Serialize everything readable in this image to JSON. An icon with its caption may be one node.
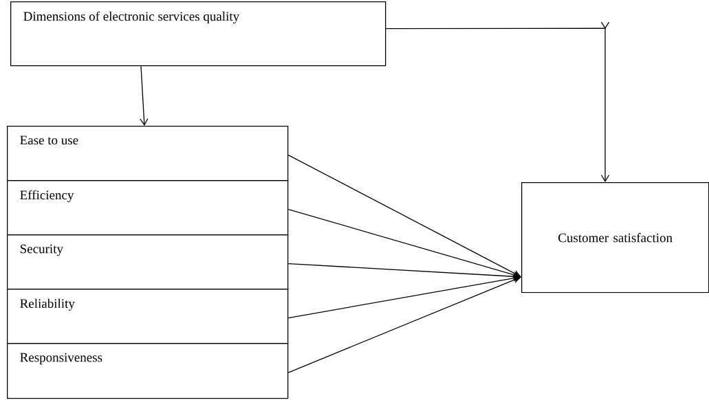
{
  "diagram": {
    "nodes": [
      {
        "text": [
          "Dimensions of electronic services quality"
        ]
      },
      {
        "text": [
          "Ease to use"
        ]
      },
      {
        "text": [
          "Efficiency"
        ]
      },
      {
        "text": [
          "Security"
        ]
      },
      {
        "text": [
          "Reliability"
        ]
      },
      {
        "text": [
          "Responsiveness"
        ]
      },
      {
        "text": [
          "Customer satisfaction"
        ]
      }
    ],
    "edges": [
      {
        "from": 0,
        "to": 1,
        "arrow": "to"
      },
      {
        "from": 0,
        "to": 6,
        "arrow": "to"
      },
      {
        "from": 1,
        "to": 6,
        "arrow": "to"
      },
      {
        "from": 2,
        "to": 6,
        "arrow": "to"
      },
      {
        "from": 3,
        "to": 6,
        "arrow": "to"
      },
      {
        "from": 4,
        "to": 6,
        "arrow": "to"
      },
      {
        "from": 5,
        "to": 6,
        "arrow": "to"
      }
    ]
  }
}
